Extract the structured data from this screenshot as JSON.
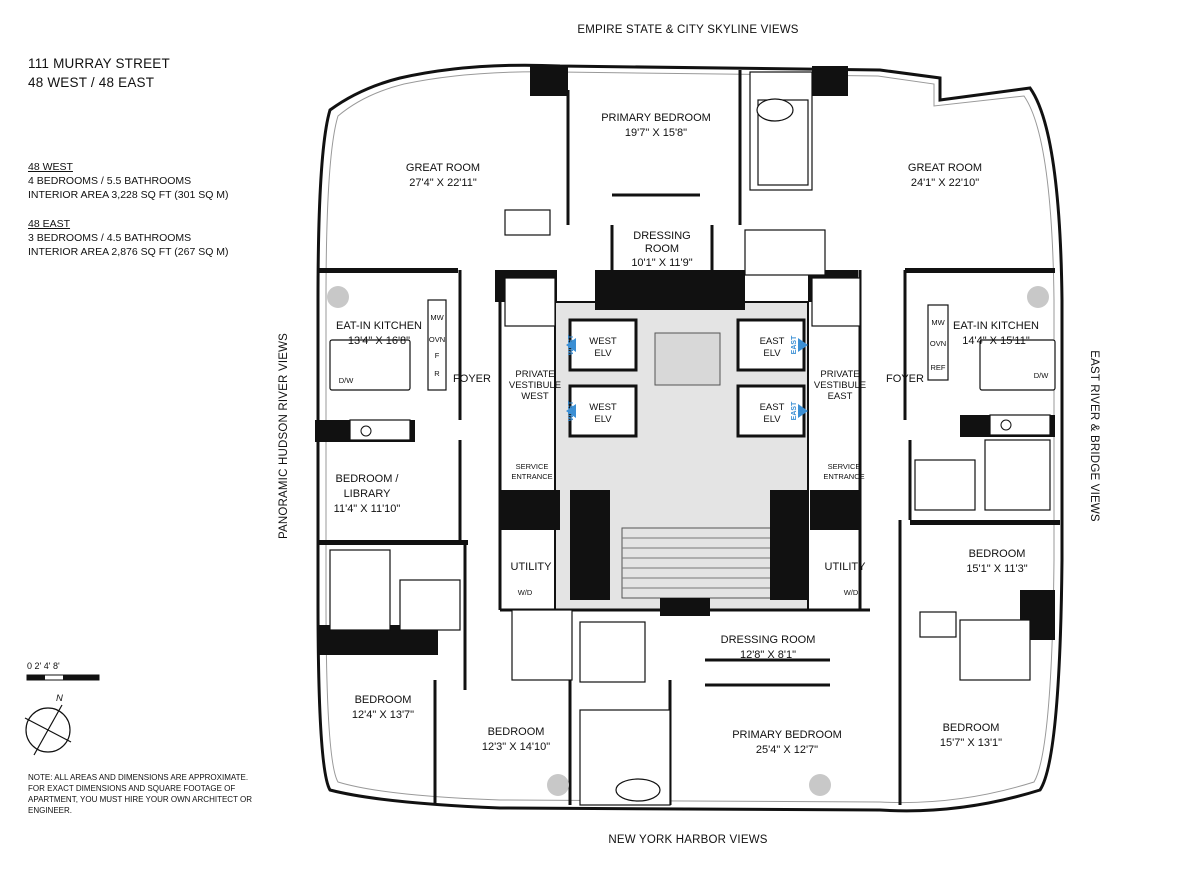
{
  "header": {
    "address": "111 MURRAY STREET",
    "units": "48 WEST / 48 EAST"
  },
  "west": {
    "heading": "48 WEST",
    "rooms": "4 BEDROOMS / 5.5 BATHROOMS",
    "area": "INTERIOR AREA 3,228 SQ FT (301 SQ M)"
  },
  "east": {
    "heading": "48 EAST",
    "rooms": "3 BEDROOMS / 4.5 BATHROOMS",
    "area": "INTERIOR AREA 2,876 SQ FT (267 SQ M)"
  },
  "views": {
    "top": "EMPIRE STATE & CITY SKYLINE VIEWS",
    "bottom": "NEW YORK HARBOR VIEWS",
    "left": "PANORAMIC HUDSON RIVER VIEWS",
    "right": "EAST RIVER & BRIDGE VIEWS"
  },
  "rooms": {
    "great_room_w": "GREAT ROOM",
    "great_room_w_dim": "27'4\" X 22'11\"",
    "great_room_e": "GREAT ROOM",
    "great_room_e_dim": "24'1\" X 22'10\"",
    "primary_bedroom_top": "PRIMARY BEDROOM",
    "primary_bedroom_top_dim": "19'7\" X 15'8\"",
    "dressing_room_top_1": "DRESSING",
    "dressing_room_top_2": "ROOM",
    "dressing_room_top_dim": "10'1\" X 11'9\"",
    "kitchen_w": "EAT-IN KITCHEN",
    "kitchen_w_dim": "13'4\" X 16'8\"",
    "kitchen_e": "EAT-IN KITCHEN",
    "kitchen_e_dim": "14'4\" X 15'11\"",
    "foyer_w": "FOYER",
    "foyer_e": "FOYER",
    "vestibule_w_1": "PRIVATE",
    "vestibule_w_2": "VESTIBULE",
    "vestibule_w_3": "WEST",
    "vestibule_e_1": "PRIVATE",
    "vestibule_e_2": "VESTIBULE",
    "vestibule_e_3": "EAST",
    "west_elv_1a": "WEST",
    "west_elv_1b": "ELV",
    "west_elv_2a": "WEST",
    "west_elv_2b": "ELV",
    "east_elv_1a": "EAST",
    "east_elv_1b": "ELV",
    "east_elv_2a": "EAST",
    "east_elv_2b": "ELV",
    "elv_tag_w": "WEST",
    "elv_tag_e": "EAST",
    "service_w_1": "SERVICE",
    "service_w_2": "ENTRANCE",
    "service_e_1": "SERVICE",
    "service_e_2": "ENTRANCE",
    "library_1": "BEDROOM /",
    "library_2": "LIBRARY",
    "library_dim": "11'4\" X 11'10\"",
    "utility_w": "UTILITY",
    "utility_e": "UTILITY",
    "wd": "W/D",
    "bedroom_e_mid": "BEDROOM",
    "bedroom_e_mid_dim": "15'1\" X 11'3\"",
    "dressing_bottom": "DRESSING ROOM",
    "dressing_bottom_dim": "12'8\" X 8'1\"",
    "bedroom_sw": "BEDROOM",
    "bedroom_sw_dim": "12'4\" X 13'7\"",
    "bedroom_s": "BEDROOM",
    "bedroom_s_dim": "12'3\" X 14'10\"",
    "primary_bedroom_bottom": "PRIMARY BEDROOM",
    "primary_bedroom_bottom_dim": "25'4\" X 12'7\"",
    "bedroom_se": "BEDROOM",
    "bedroom_se_dim": "15'7\" X 13'1\"",
    "mw": "MW",
    "ovn": "OVN",
    "f": "F",
    "r": "R",
    "ref": "REF",
    "dw": "D/W"
  },
  "scale": {
    "label": "0  2'   4'        8'"
  },
  "compass": {
    "north": "N"
  },
  "note": "NOTE: ALL AREAS AND DIMENSIONS ARE APPROXIMATE. FOR EXACT DIMENSIONS AND SQUARE FOOTAGE OF APARTMENT, YOU MUST HIRE YOUR OWN ARCHITECT OR ENGINEER.",
  "colors": {
    "wall": "#111111",
    "core": "#e4e4e4",
    "elevator": "#3b8fd4"
  }
}
